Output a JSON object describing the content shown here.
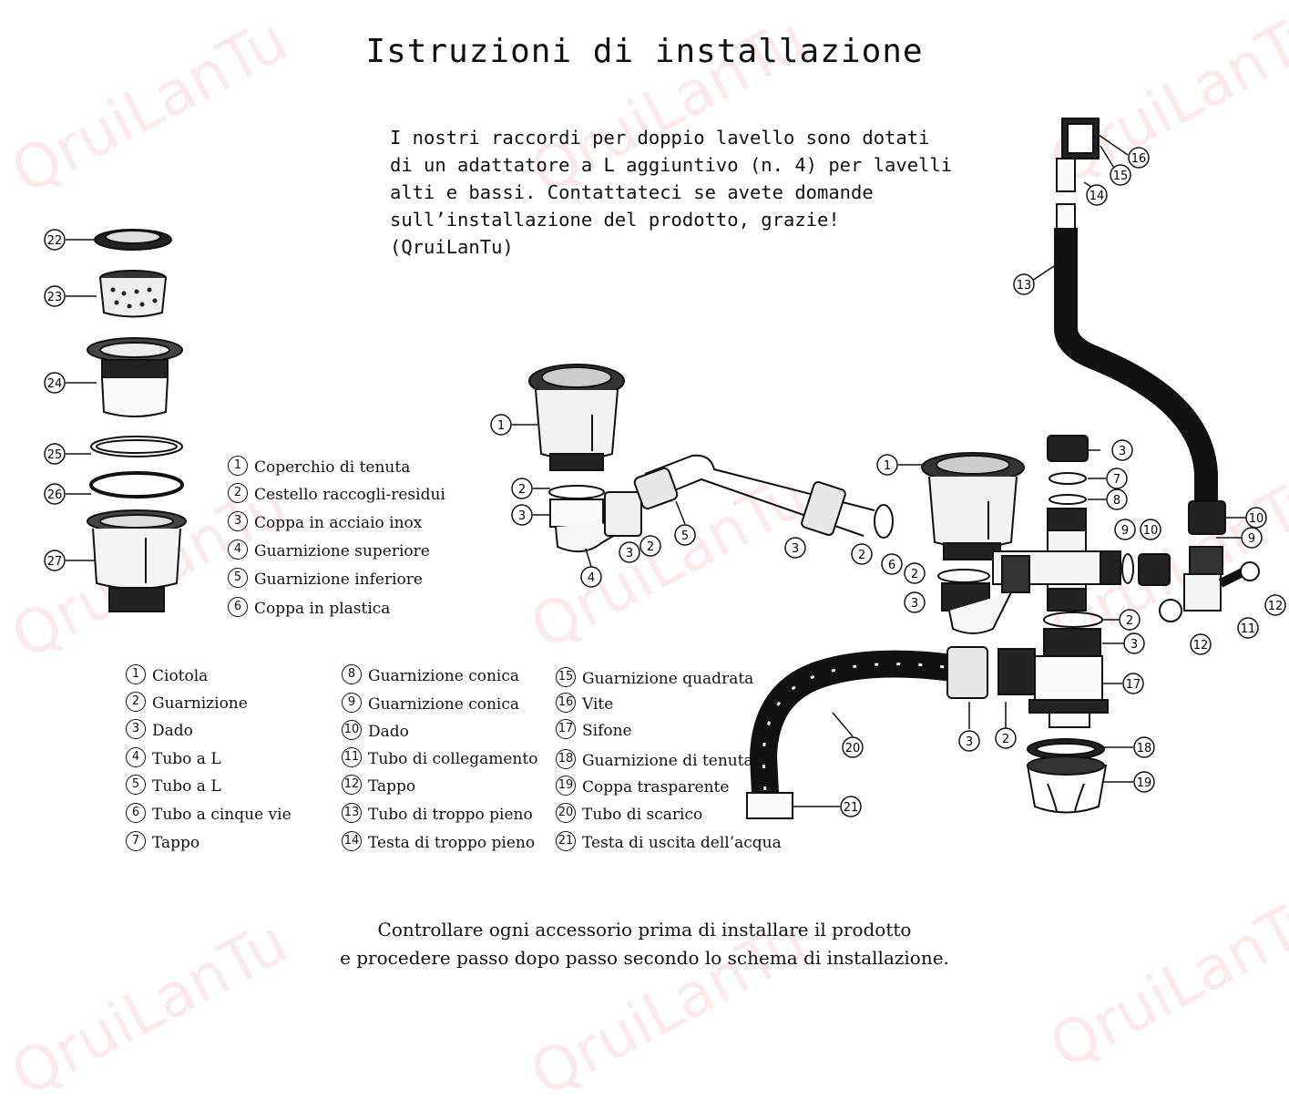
{
  "title": "Istruzioni di installazione",
  "intro": [
    "I nostri raccordi per doppio lavello sono dotati",
    "di un adattatore a L aggiuntivo (n. 4) per lavelli",
    "alti e bassi. Contattateci se avete domande",
    "sull’installazione del prodotto, grazie!",
    "(QruiLanTu)"
  ],
  "parts_list_basket": [
    {
      "n": "1",
      "label": "Coperchio di tenuta"
    },
    {
      "n": "2",
      "label": "Cestello raccogli-residui"
    },
    {
      "n": "3",
      "label": "Coppa in acciaio inox"
    },
    {
      "n": "4",
      "label": "Guarnizione superiore"
    },
    {
      "n": "5",
      "label": "Guarnizione inferiore"
    },
    {
      "n": "6",
      "label": "Coppa in plastica"
    }
  ],
  "parts_list_col1": [
    {
      "n": "1",
      "label": "Ciotola"
    },
    {
      "n": "2",
      "label": "Guarnizione"
    },
    {
      "n": "3",
      "label": "Dado"
    },
    {
      "n": "4",
      "label": "Tubo a L"
    },
    {
      "n": "5",
      "label": "Tubo a L"
    },
    {
      "n": "6",
      "label": "Tubo a cinque vie"
    },
    {
      "n": "7",
      "label": "Tappo"
    }
  ],
  "parts_list_col2": [
    {
      "n": "8",
      "label": "Guarnizione conica"
    },
    {
      "n": "9",
      "label": "Guarnizione conica"
    },
    {
      "n": "10",
      "label": "Dado"
    },
    {
      "n": "11",
      "label": "Tubo di collegamento"
    },
    {
      "n": "12",
      "label": "Tappo"
    },
    {
      "n": "13",
      "label": "Tubo di troppo pieno"
    },
    {
      "n": "14",
      "label": "Testa di troppo pieno"
    }
  ],
  "parts_list_col3": [
    {
      "n": "15",
      "label": "Guarnizione quadrata"
    },
    {
      "n": "16",
      "label": "Vite"
    },
    {
      "n": "17",
      "label": "Sifone"
    },
    {
      "n": "18",
      "label": "Guarnizione di tenuta"
    },
    {
      "n": "19",
      "label": "Coppa trasparente"
    },
    {
      "n": "20",
      "label": "Tubo di scarico"
    },
    {
      "n": "21",
      "label": "Testa di uscita dell’acqua"
    }
  ],
  "footer": [
    "Controllare ogni accessorio prima di installare il prodotto",
    "e procedere passo dopo passo secondo lo schema di installazione."
  ],
  "callouts_left": [
    "22",
    "23",
    "24",
    "25",
    "26",
    "27"
  ],
  "callouts_main": [
    "1",
    "2",
    "3",
    "3",
    "2",
    "4",
    "5",
    "3",
    "2",
    "6",
    "1",
    "2",
    "3",
    "3",
    "7",
    "8",
    "9",
    "10",
    "10",
    "9",
    "12",
    "11",
    "12",
    "2",
    "3",
    "17",
    "18",
    "19",
    "3",
    "2",
    "20",
    "21",
    "13",
    "14",
    "15",
    "16"
  ],
  "watermark": "QruiLanTu",
  "colors": {
    "ink": "#111111",
    "background": "#ffffff",
    "watermark": "#f07878"
  }
}
